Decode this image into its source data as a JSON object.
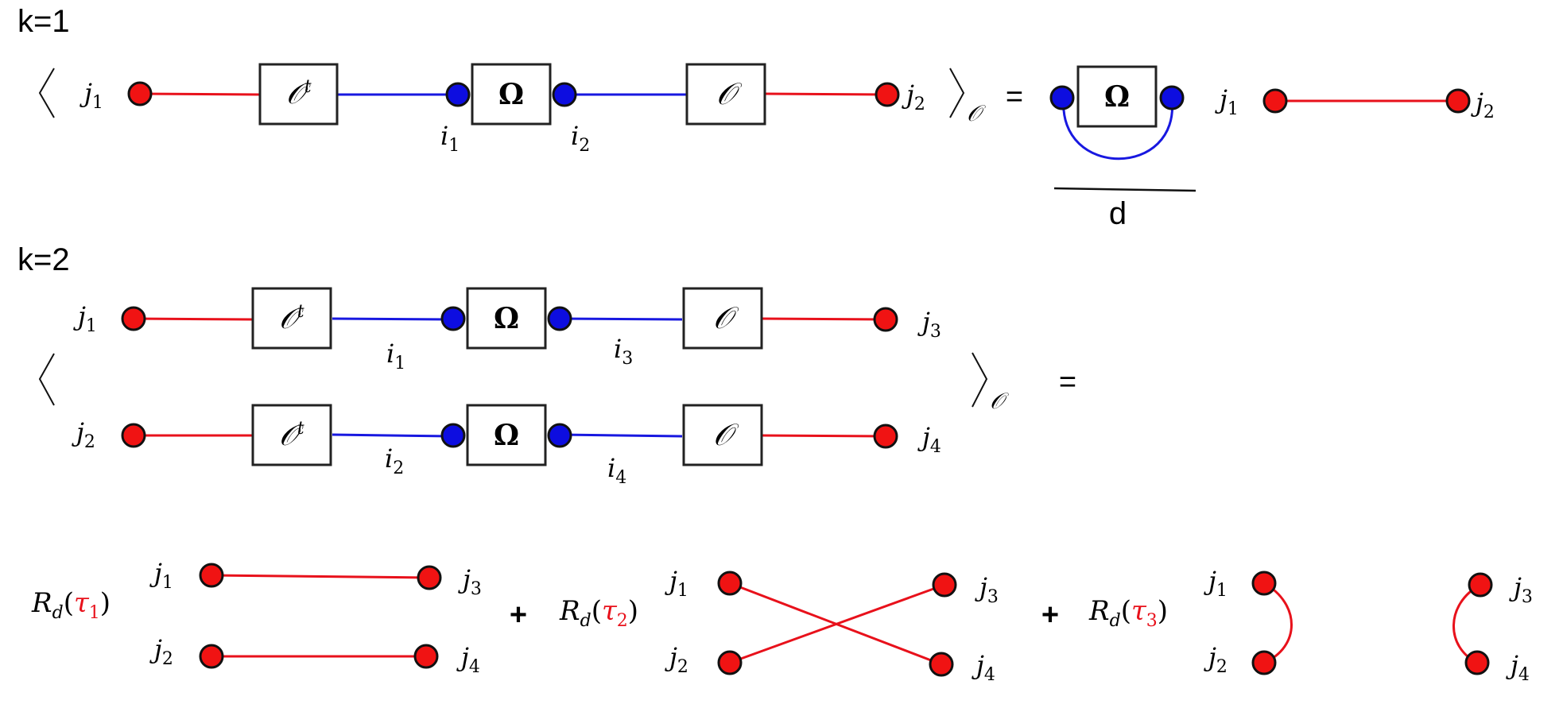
{
  "colors": {
    "red": "#e8111b",
    "blue": "#1818e0",
    "black": "#111111"
  },
  "k1": {
    "label": "k=1",
    "j1": "j",
    "j1_sub": "1",
    "j2": "j",
    "j2_sub": "2",
    "i1": "i",
    "i1_sub": "1",
    "i2": "i",
    "i2_sub": "2",
    "O_t": "𝒪",
    "O_t_sup": "t",
    "omega": "Ω",
    "O": "𝒪",
    "avg_sub": "𝒪",
    "equals": "=",
    "rhs": {
      "omega": "Ω",
      "denominator": "d",
      "j1": "j",
      "j1_sub": "1",
      "j2": "j",
      "j2_sub": "2"
    }
  },
  "k2": {
    "label": "k=2",
    "top": {
      "j_left": "j",
      "j_left_sub": "1",
      "j_right": "j",
      "j_right_sub": "3",
      "i_left": "i",
      "i_left_sub": "1",
      "i_right": "i",
      "i_right_sub": "3"
    },
    "bottom": {
      "j_left": "j",
      "j_left_sub": "2",
      "j_right": "j",
      "j_right_sub": "4",
      "i_left": "i",
      "i_left_sub": "2",
      "i_right": "i",
      "i_right_sub": "4"
    },
    "O_t": "𝒪",
    "O_t_sup": "t",
    "omega": "Ω",
    "O": "𝒪",
    "avg_sub": "𝒪",
    "equals": "="
  },
  "sum": {
    "plus": "+",
    "terms": [
      {
        "R": "R",
        "R_sub": "d",
        "tau": "τ",
        "tau_sub": "1"
      },
      {
        "R": "R",
        "R_sub": "d",
        "tau": "τ",
        "tau_sub": "2"
      },
      {
        "R": "R",
        "R_sub": "d",
        "tau": "τ",
        "tau_sub": "3"
      }
    ],
    "labels": {
      "j1": "j",
      "j1_sub": "1",
      "j2": "j",
      "j2_sub": "2",
      "j3": "j",
      "j3_sub": "3",
      "j4": "j",
      "j4_sub": "4"
    }
  }
}
